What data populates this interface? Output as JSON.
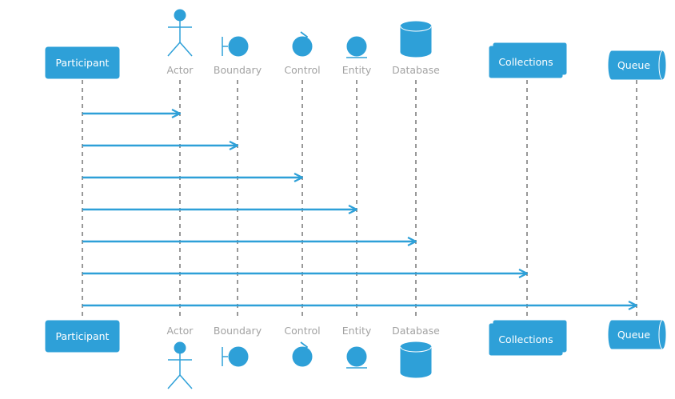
{
  "participants": [
    {
      "id": "participant",
      "kind": "participant",
      "label": "Participant"
    },
    {
      "id": "actor",
      "kind": "actor",
      "label": "Actor"
    },
    {
      "id": "boundary",
      "kind": "boundary",
      "label": "Boundary"
    },
    {
      "id": "control",
      "kind": "control",
      "label": "Control"
    },
    {
      "id": "entity",
      "kind": "entity",
      "label": "Entity"
    },
    {
      "id": "database",
      "kind": "database",
      "label": "Database"
    },
    {
      "id": "collections",
      "kind": "collections",
      "label": "Collections"
    },
    {
      "id": "queue",
      "kind": "queue",
      "label": "Queue"
    }
  ],
  "messages": [
    {
      "from": "participant",
      "to": "actor"
    },
    {
      "from": "participant",
      "to": "boundary"
    },
    {
      "from": "participant",
      "to": "control"
    },
    {
      "from": "participant",
      "to": "entity"
    },
    {
      "from": "participant",
      "to": "database"
    },
    {
      "from": "participant",
      "to": "collections"
    },
    {
      "from": "participant",
      "to": "queue"
    }
  ],
  "colors": {
    "accent": "#2ea0d8",
    "label": "#a3a3a3",
    "lifeline": "#333333"
  }
}
